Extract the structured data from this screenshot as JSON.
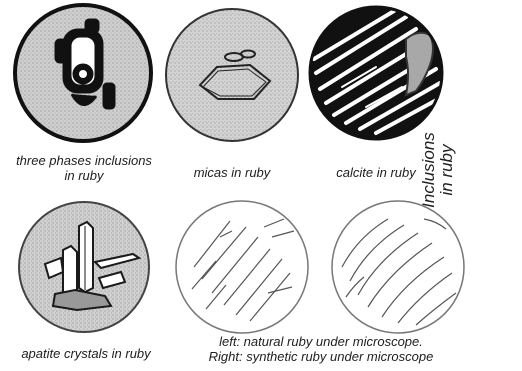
{
  "panels": [
    {
      "caption_line1": "three phases inclusions",
      "caption_line2": "in ruby"
    },
    {
      "caption": "micas in ruby"
    },
    {
      "caption": "calcite in ruby"
    },
    {
      "caption": "apatite crystals in ruby"
    },
    {
      "caption_line1": "left: natural ruby under microscope.",
      "caption_line2": "Right: synthetic ruby under microscope"
    }
  ],
  "side_title": {
    "line1": "Inclusions",
    "line2": "in ruby"
  },
  "colors": {
    "speckle_fill": "#c9c9c9",
    "outline": "#1a1a1a",
    "clear_fill": "#ffffff"
  }
}
